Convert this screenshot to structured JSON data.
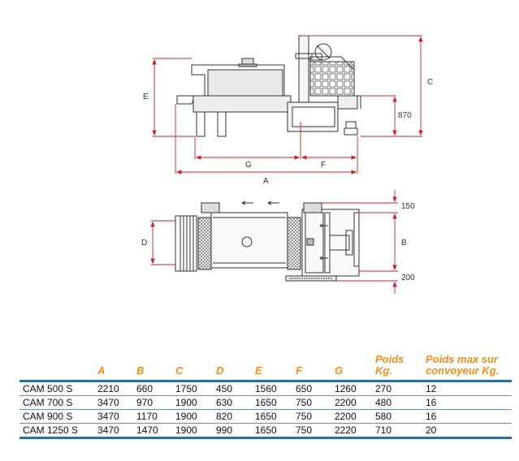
{
  "drawing": {
    "side_view_labels": {
      "A": "A",
      "C": "C",
      "E": "E",
      "F": "F",
      "G": "G",
      "h870": "870"
    },
    "top_view_labels": {
      "D": "D",
      "B": "B",
      "h150": "150",
      "h200": "200"
    }
  },
  "table": {
    "headers": [
      "",
      "A",
      "B",
      "C",
      "D",
      "E",
      "F",
      "G",
      "Poids Kg.",
      "Poids max sur convoyeur Kg."
    ],
    "rows": [
      [
        "CAM 500 S",
        "2210",
        "660",
        "1750",
        "450",
        "1560",
        "650",
        "1260",
        "270",
        "12"
      ],
      [
        "CAM 700 S",
        "3470",
        "970",
        "1900",
        "630",
        "1650",
        "750",
        "2200",
        "480",
        "16"
      ],
      [
        "CAM 900 S",
        "3470",
        "1170",
        "1900",
        "820",
        "1650",
        "750",
        "2200",
        "580",
        "16"
      ],
      [
        "CAM 1250 S",
        "3470",
        "1470",
        "1900",
        "990",
        "1650",
        "750",
        "2220",
        "710",
        "20"
      ]
    ],
    "header_color": "#f28c1e",
    "rule_color": "#2f6f9f"
  }
}
